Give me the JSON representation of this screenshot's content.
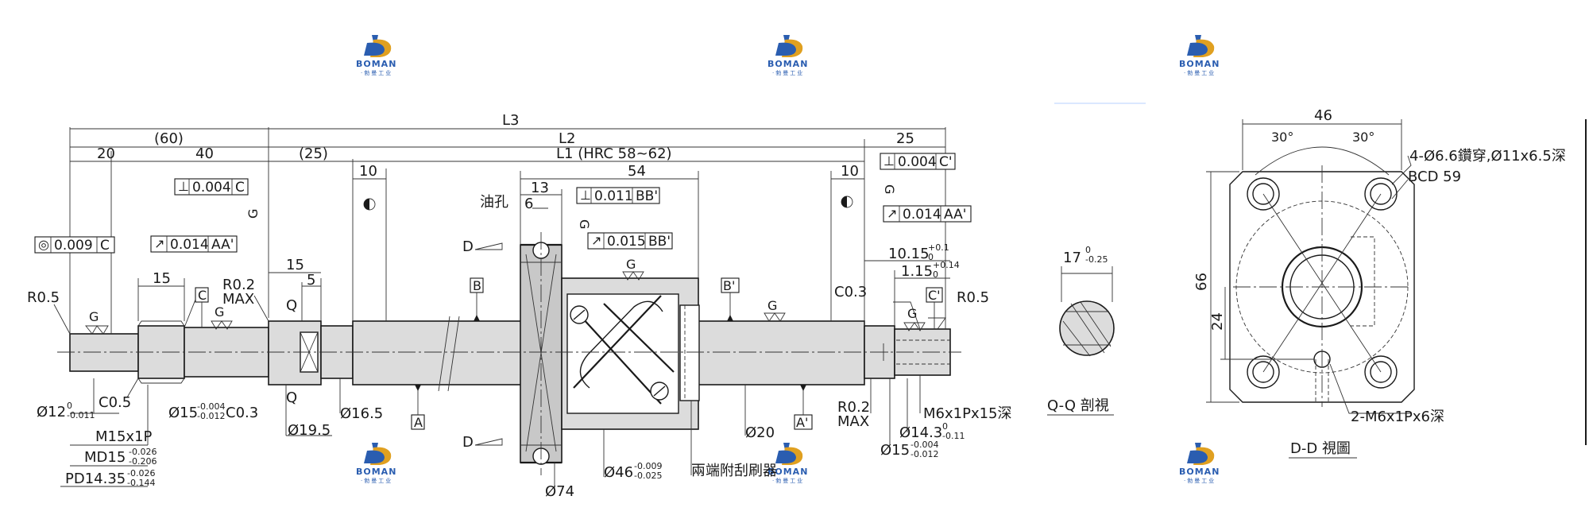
{
  "logos": [
    {
      "brand": "BOMAN",
      "sub": "·勃曼工业"
    },
    {
      "brand": "BOMAN",
      "sub": "·勃曼工业"
    },
    {
      "brand": "BOMAN",
      "sub": "·勃曼工业"
    },
    {
      "brand": "BOMAN",
      "sub": "·勃曼工业"
    },
    {
      "brand": "BOMAN",
      "sub": "·勃曼工业"
    },
    {
      "brand": "BOMAN",
      "sub": "·勃曼工业"
    }
  ],
  "dims": {
    "L3": "L3",
    "p60": "(60)",
    "L2": "L2",
    "d25a": "25",
    "d20": "20",
    "d40": "40",
    "p25": "(25)",
    "L1": "L1 (HRC 58~62)",
    "d10a": "10",
    "d54": "54",
    "d10b": "10",
    "d13": "13",
    "d6": "6",
    "d15a": "15",
    "d15b": "15",
    "d5": "5",
    "r05a": "R0.5",
    "r05b": "R0.5",
    "r02a": "R0.2",
    "maxa": "MAX",
    "r02b": "R0.2",
    "maxb": "MAX",
    "c05": "C0.5",
    "c03a": "C0.3",
    "c03b": "C0.3",
    "d1015": "10.15",
    "d1015tol_up": "+0.1",
    "d1015tol_lo": "0",
    "d115": "1.15",
    "d115tol_up": "+0.14",
    "d115tol_lo": "0",
    "phi12": "Ø12",
    "phi12_up": "0",
    "phi12_lo": "-0.011",
    "phi15a": "Ø15",
    "phi15a_up": "-0.004",
    "phi15a_lo": "-0.012",
    "phi195": "Ø19.5",
    "phi165": "Ø16.5",
    "phi20": "Ø20",
    "phi46": "Ø46",
    "phi46_up": "-0.009",
    "phi46_lo": "-0.025",
    "phi74": "Ø74",
    "phi143": "Ø14.3",
    "phi143_up": "0",
    "phi143_lo": "-0.11",
    "phi15b": "Ø15",
    "phi15b_up": "-0.004",
    "phi15b_lo": "-0.012",
    "m15": "M15x1P",
    "md15": "MD15",
    "md15_up": "-0.026",
    "md15_lo": "-0.206",
    "pd1435": "PD14.35",
    "pd_up": "-0.026",
    "pd_lo": "-0.144",
    "m6": "M6x1Px15深",
    "oil": "油孔",
    "wiper": "兩端附刮刷器",
    "Q": "Q",
    "D": "D",
    "G": "G"
  },
  "frames": {
    "f1": {
      "sym": "◎",
      "val": "0.009",
      "ref": "C"
    },
    "f2": {
      "sym": "⊥",
      "val": "0.004",
      "ref": "C"
    },
    "f3": {
      "sym": "↗",
      "val": "0.014",
      "ref": "AA'"
    },
    "f4": {
      "sym": "⊥",
      "val": "0.011",
      "ref": "BB'"
    },
    "f5": {
      "sym": "↗",
      "val": "0.015",
      "ref": "BB'"
    },
    "f6": {
      "sym": "⊥",
      "val": "0.004",
      "ref": "C'"
    },
    "f7": {
      "sym": "↗",
      "val": "0.014",
      "ref": "AA'"
    }
  },
  "datums": {
    "C": "C",
    "Cp": "C'",
    "B": "B",
    "Bp": "B'",
    "A": "A",
    "Ap": "A'"
  },
  "qq": {
    "width": "17",
    "tol_up": "0",
    "tol_lo": "-0.25",
    "caption": "Q-Q 剖視"
  },
  "dd": {
    "w46": "46",
    "h66": "66",
    "h24": "24",
    "a30a": "30°",
    "a30b": "30°",
    "holes": "4-Ø6.6鑽穿,Ø11x6.5深",
    "bcd": "BCD 59",
    "taps": "2-M6x1Px6深",
    "caption": "D-D 視圖"
  },
  "colors": {
    "logo_blue": "#2a5db0",
    "logo_gold": "#e0a020",
    "part_fill": "#dcdcdc"
  }
}
